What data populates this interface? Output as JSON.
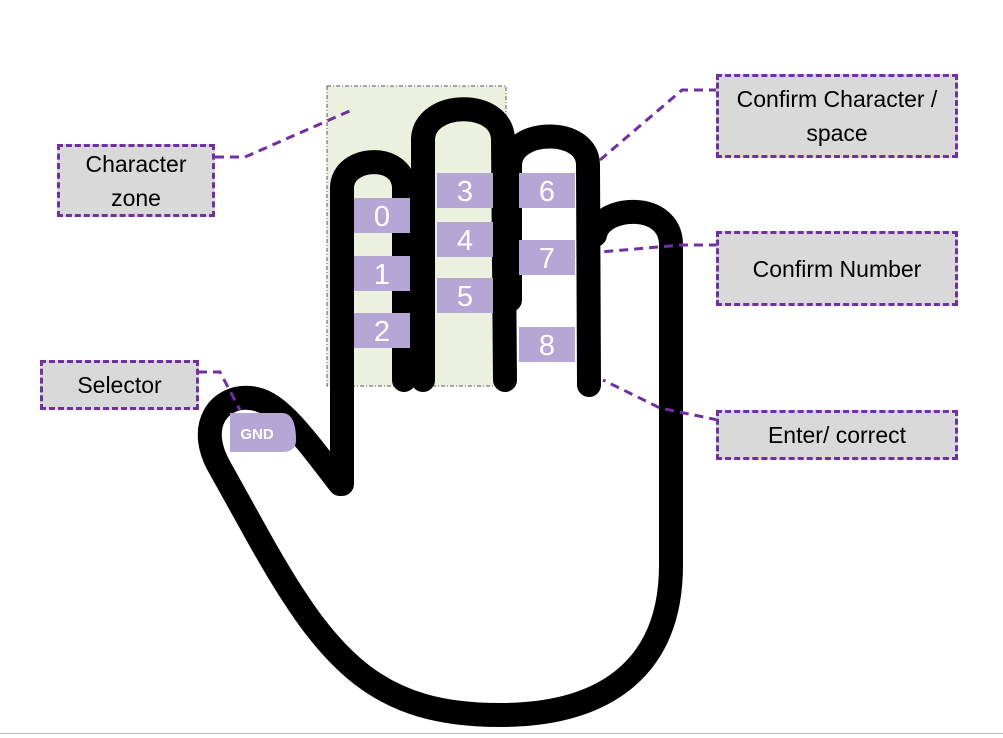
{
  "callouts": {
    "character_zone": "Character zone",
    "confirm_character": "Confirm Character / space",
    "confirm_number": "Confirm Number",
    "selector": "Selector",
    "enter_correct": "Enter/ correct"
  },
  "pads": {
    "p0": "0",
    "p1": "1",
    "p2": "2",
    "p3": "3",
    "p4": "4",
    "p5": "5",
    "p6": "6",
    "p7": "7",
    "p8": "8",
    "gnd": "GND"
  },
  "colors": {
    "pad_fill": "#b4a7d6",
    "zone_fill": "#ebf1de",
    "callout_fill": "#d9d9d9",
    "callout_border": "#7030a0",
    "outline": "#000000"
  }
}
